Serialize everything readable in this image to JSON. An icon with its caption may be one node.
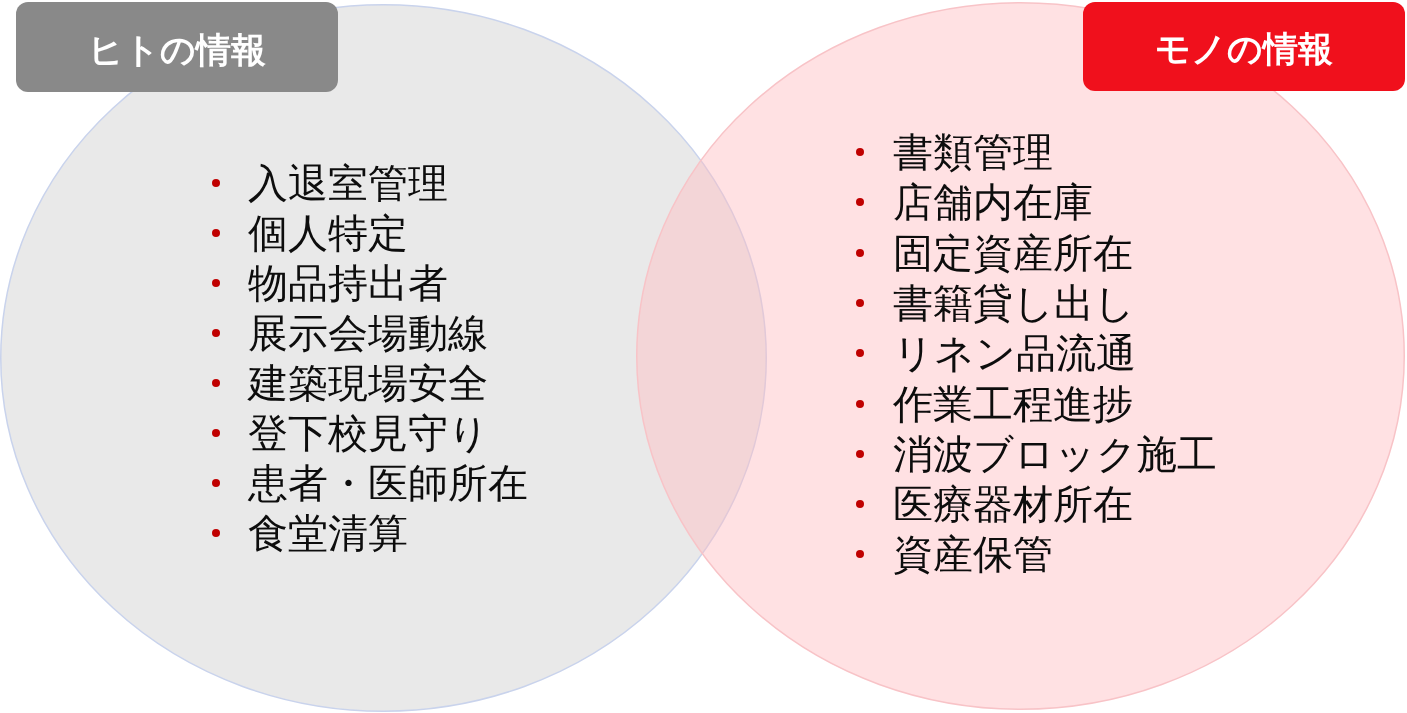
{
  "diagram": {
    "nodes": [
      {
        "text": [
          "ヒトの情報"
        ]
      },
      {
        "text": [
          "入退室管理",
          "個人特定",
          "物品持出者",
          "展示会場動線",
          "建築現場安全",
          "登下校見守り",
          "患者・医師所在",
          "食堂清算"
        ]
      },
      {
        "text": [
          "モノの情報"
        ]
      },
      {
        "text": [
          "書類管理",
          "店舗内在庫",
          "固定資産所在",
          "書籍貸し出し",
          "リネン品流通",
          "作業工程進捗",
          "消波ブロック施工",
          "医療器材所在",
          "資産保管"
        ]
      }
    ]
  }
}
